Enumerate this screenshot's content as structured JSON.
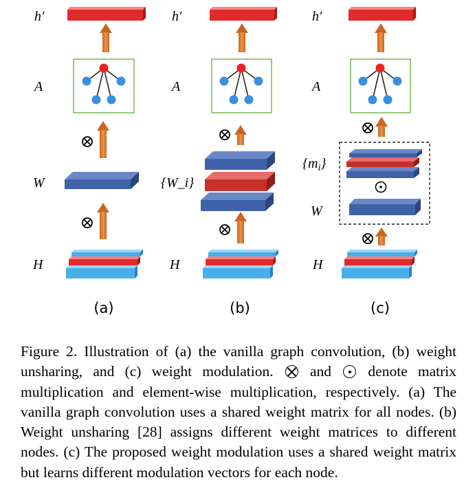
{
  "panels": [
    {
      "id": "a",
      "subcaption": "(a)",
      "labels": {
        "output": "h'",
        "adjacency": "A",
        "weight": "W",
        "input": "H"
      }
    },
    {
      "id": "b",
      "subcaption": "(b)",
      "labels": {
        "output": "h'",
        "adjacency": "A",
        "weight": "{W_i}",
        "input": "H"
      }
    },
    {
      "id": "c",
      "subcaption": "(c)",
      "labels": {
        "output": "h'",
        "adjacency": "A",
        "modulation": "{m_i}",
        "weight": "W",
        "input": "H"
      }
    }
  ],
  "colors": {
    "red": "#e02b2b",
    "blue_dark": "#3f62a8",
    "blue_light": "#4aaee8",
    "node_blue": "#3a8fe0",
    "node_red": "#ee2222",
    "arrow": "#e8823a",
    "graph_box": "#7cbc5a"
  },
  "caption": {
    "part1": "Figure 2. Illustration of (a) the vanilla graph convolution, (b) weight unsharing, and (c) weight modulation.",
    "otimes_icon": "otimes-icon",
    "and": "and",
    "odot_icon": "odot-icon",
    "part2": "denote matrix multiplication and element-wise multiplication, respectively. (a) The vanilla graph convolution uses a shared weight matrix for all nodes. (b) Weight unsharing [28] assigns different weight matrices to different nodes. (c) The proposed weight modulation uses a shared weight matrix but learns different modulation vectors for each node."
  }
}
